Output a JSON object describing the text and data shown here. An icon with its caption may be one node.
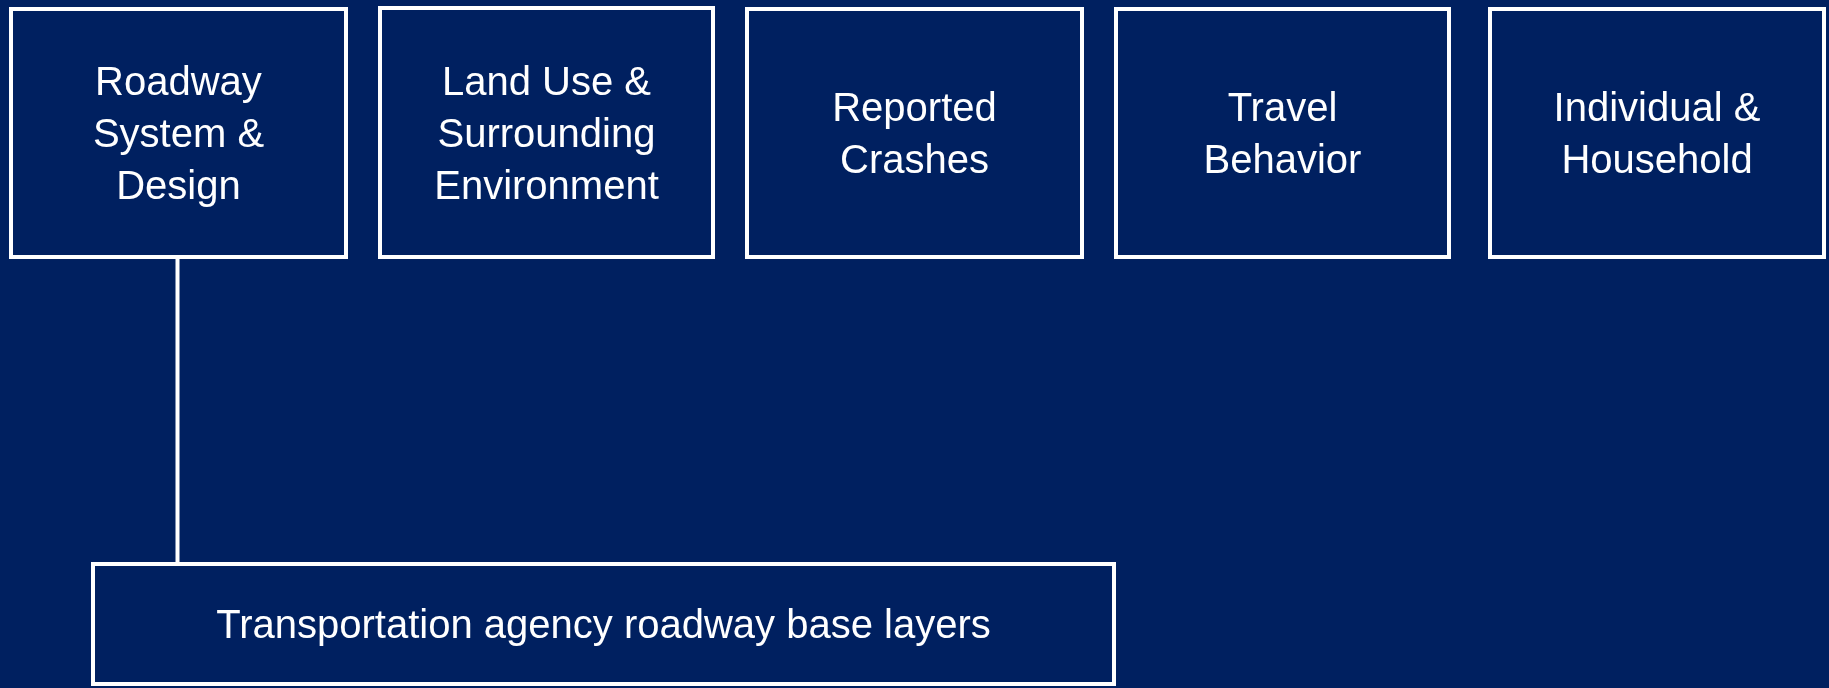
{
  "diagram": {
    "nodes": [
      {
        "text": [
          "Roadway System & Design"
        ]
      },
      {
        "text": [
          "Land Use & Surrounding Environment"
        ]
      },
      {
        "text": [
          "Reported Crashes"
        ]
      },
      {
        "text": [
          "Travel Behavior"
        ]
      },
      {
        "text": [
          "Individual & Household"
        ]
      },
      {
        "text": [
          "Transportation agency roadway base layers"
        ]
      }
    ],
    "edges": [
      {
        "from": 0,
        "to": 5,
        "arrow": "none"
      }
    ]
  }
}
